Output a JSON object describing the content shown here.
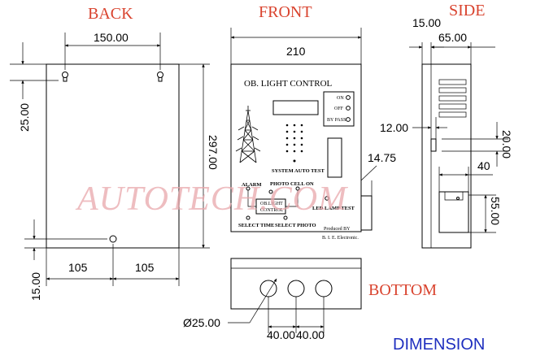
{
  "views": {
    "back": "BACK",
    "front": "FRONT",
    "side": "SIDE",
    "bottom": "BOTTOM"
  },
  "dimensions": {
    "back_width": "150.00",
    "back_top_offset": "25.00",
    "back_height": "297.00",
    "back_bottom_offset": "15.00",
    "back_left_half": "105",
    "back_right_half": "105",
    "front_width": "210",
    "side_offset": "15.00",
    "side_depth": "65.00",
    "side_12": "12.00",
    "side_20": "20.00",
    "side_40": "40",
    "side_55": "55.00",
    "side_1475": "14.75",
    "hole_dia": "Ø25.00",
    "hole_spacing_1": "40.00",
    "hole_spacing_2": "40.00"
  },
  "device": {
    "title": "OB. LIGHT CONTROL",
    "on": "ON",
    "off": "OFF",
    "bypass": "BY PASS",
    "system_auto_test": "SYSTEM AUTO TEST",
    "alarm": "ALARM",
    "photo_cell_on": "PHOTO CELL ON",
    "module_line1": "OB.LIGHT",
    "module_line2": "CONTROL",
    "led_lamp_test": "LED LAMP TEST",
    "select_time": "SELECT TIME",
    "select_photo": "SELECT PHOTO",
    "produced_by": "Produced BY",
    "maker": "B. I. E. Electronic."
  },
  "watermark": "AUTOTECH.COM",
  "footer_label": "DIMENSION"
}
